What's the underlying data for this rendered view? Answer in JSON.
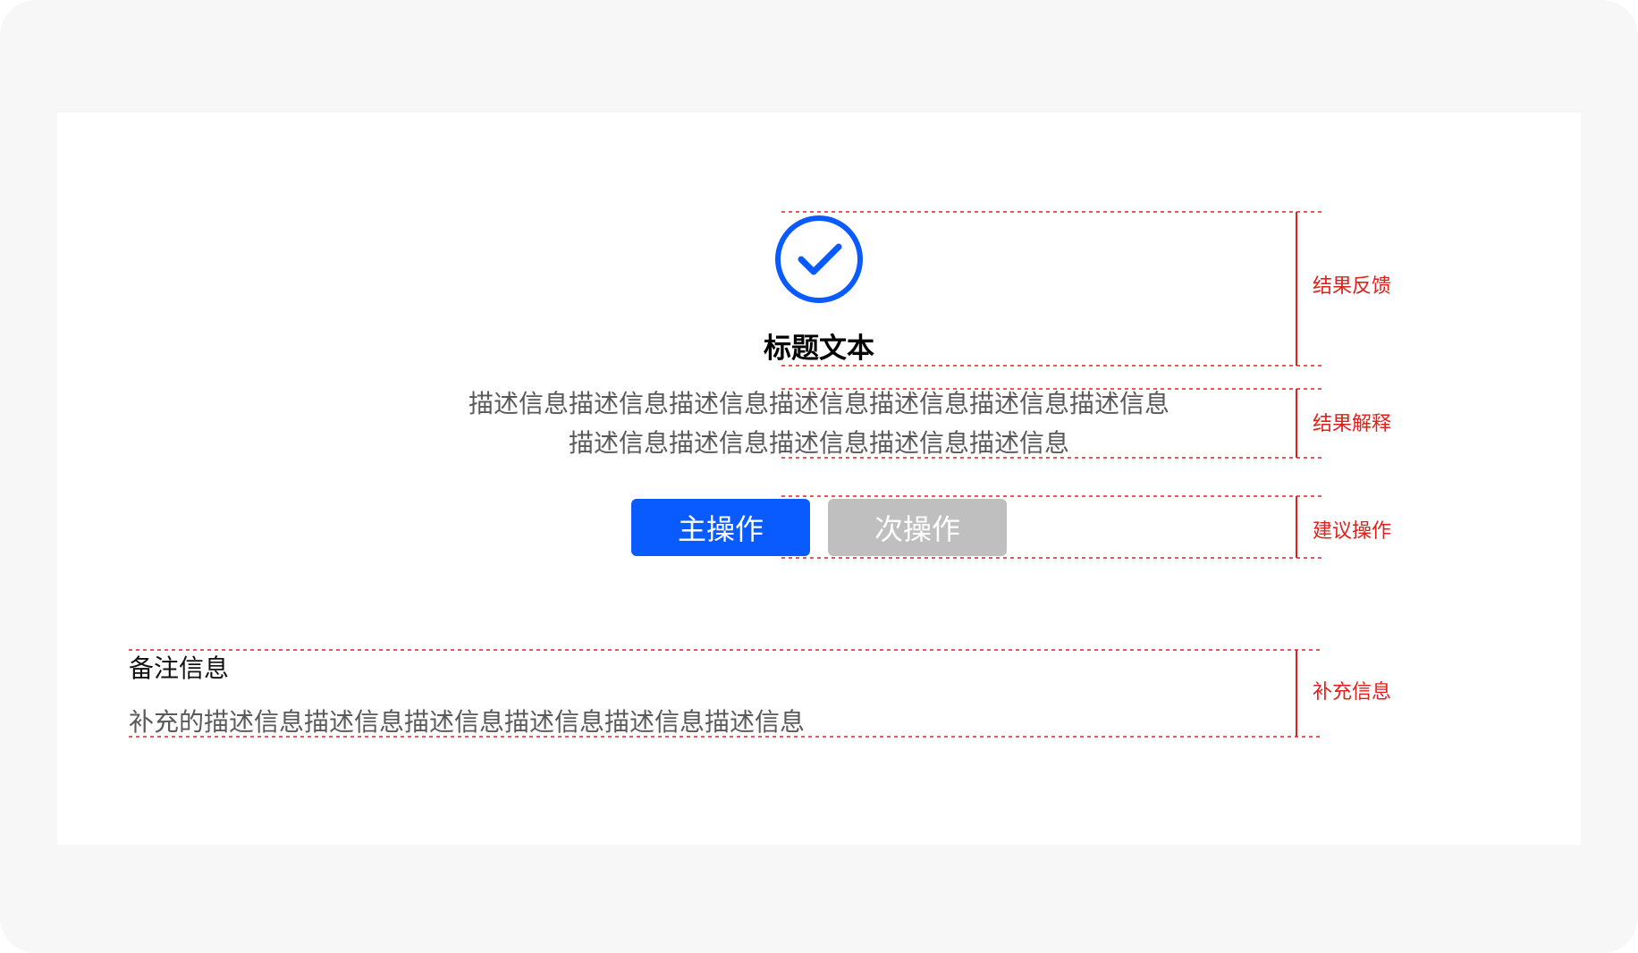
{
  "icon": {
    "name": "check-circle-icon",
    "color": "#0a5bff"
  },
  "result": {
    "title": "标题文本",
    "desc_line1": "描述信息描述信息描述信息描述信息描述信息描述信息描述信息",
    "desc_line2": "描述信息描述信息描述信息描述信息描述信息"
  },
  "actions": {
    "primary_label": "主操作",
    "secondary_label": "次操作"
  },
  "note": {
    "title": "备注信息",
    "desc": "补充的描述信息描述信息描述信息描述信息描述信息描述信息"
  },
  "annotations": {
    "feedback": "结果反馈",
    "explanation": "结果解释",
    "actions": "建议操作",
    "supplement": "补充信息"
  },
  "colors": {
    "primary": "#0a5bff",
    "secondary": "#bfbfbf",
    "annotation": "#e0201b"
  }
}
